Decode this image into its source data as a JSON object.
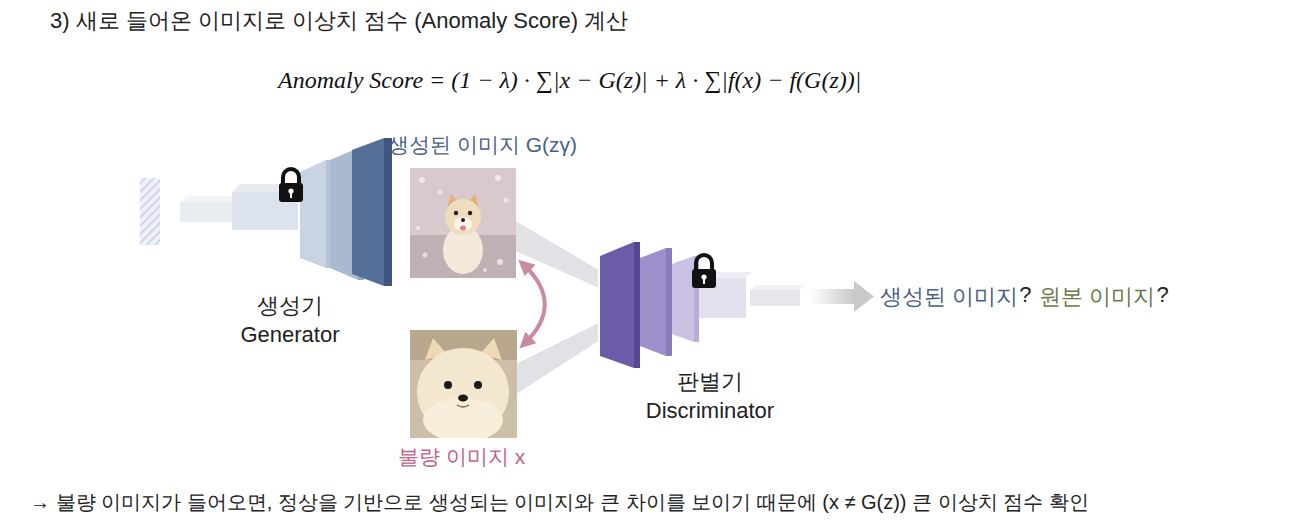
{
  "diagram": {
    "title": "3) 새로 들어온 이미지로 이상치 점수 (Anomaly Score) 계산",
    "caption": "→ 불량 이미지가 들어오면, 정상을 기반으로 생성되는 이미지와 큰 차이를 보이기 때문에 (x ≠ G(z)) 큰 이상치 점수 확인",
    "nodes": [
      {
        "text": [
          "생성기 Generator"
        ]
      },
      {
        "text": [
          "생성된 이미지 G(zγ)"
        ]
      },
      {
        "text": [
          "불량 이미지 x"
        ]
      },
      {
        "text": [
          "판별기 Discriminator"
        ]
      }
    ],
    "edges": [
      {
        "from": 1,
        "to": 2,
        "arrow": "both"
      },
      {
        "from": 1,
        "to": 3,
        "arrow": "none"
      },
      {
        "from": 2,
        "to": 3,
        "arrow": "none"
      }
    ],
    "labels": [
      "Anomaly Score = (1 − λ) · ∑|x − G(z)| + λ · ∑|f(x) − f(G(z))|",
      "생성된 이미지",
      "?",
      "원본 이미지",
      "?"
    ]
  }
}
